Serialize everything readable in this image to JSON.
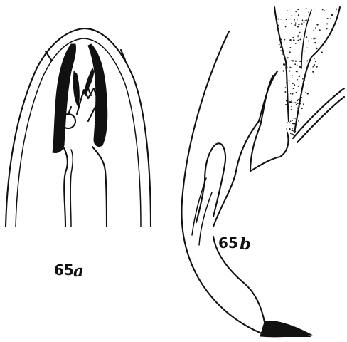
{
  "figures": [
    {
      "number": "65",
      "letter": "a"
    },
    {
      "number": "65",
      "letter": "b"
    }
  ],
  "colors": {
    "ink": "#111111",
    "paper": "#ffffff"
  }
}
